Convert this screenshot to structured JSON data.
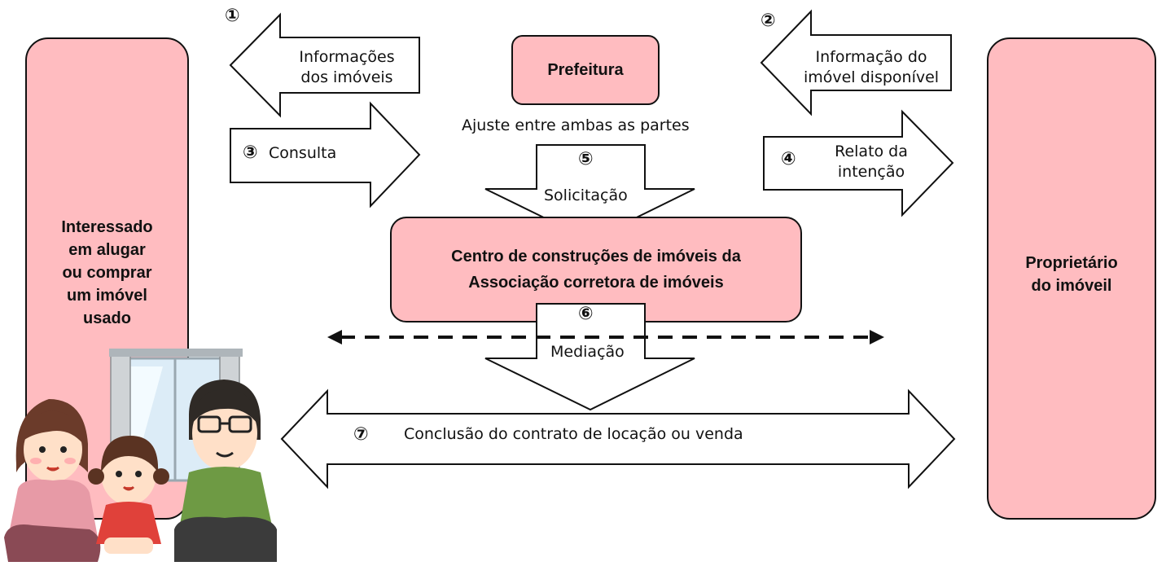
{
  "boxes": {
    "interested": "Interessado\nem alugar\nou comprar\num imóvel\nusado",
    "owner": "Proprietário\ndo imóveil",
    "prefecture": "Prefeitura",
    "center": "Centro de construções de imóveis da\nAssociação corretora de imóveis"
  },
  "steps": {
    "s1": {
      "num": "①",
      "label": "Informações\ndos imóveis"
    },
    "s2": {
      "num": "②",
      "label": "Informação do\nimóvel disponível"
    },
    "s3": {
      "num": "③",
      "label": "Consulta"
    },
    "s4": {
      "num": "④",
      "label": "Relato da\nintenção"
    },
    "s5": {
      "num": "⑤",
      "label": "Solicitação"
    },
    "s6": {
      "num": "⑥",
      "label": "Mediação"
    },
    "s7": {
      "num": "⑦",
      "label": "Conclusão do contrato de locação ou venda"
    }
  },
  "note": "Ajuste entre ambas as partes",
  "colors": {
    "box_fill": "#ffbcc0",
    "outline": "#111111"
  }
}
